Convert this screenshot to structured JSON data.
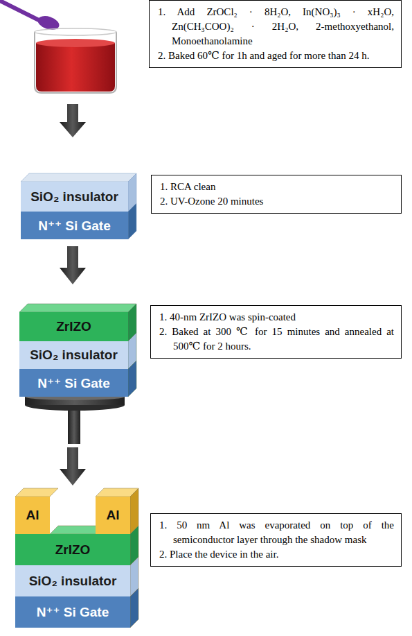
{
  "diagram": {
    "nodes": [
      {
        "text": [
          "1. Add ZrOCl₂ · 8H₂O, In(NO₃)₃ · xH₂O, Zn(CH₃COO)₂ · 2H₂O, 2-methoxyethanol, Monoethanolamine",
          "2. Baked 60℃ for 1h and aged for more than 24 h."
        ]
      },
      {
        "text": [
          "SiO₂ insulator"
        ]
      },
      {
        "text": [
          "N⁺⁺ Si Gate"
        ]
      },
      {
        "text": [
          "1. RCA clean",
          "2. UV-Ozone 20 minutes"
        ]
      },
      {
        "text": [
          "ZrIZO"
        ]
      },
      {
        "text": [
          "SiO₂ insulator"
        ]
      },
      {
        "text": [
          "N⁺⁺ Si Gate"
        ]
      },
      {
        "text": [
          "1. 40-nm ZrIZO was spin-coated",
          "2. Baked at 300 ℃ for 15 minutes and annealed at 500℃ for 2 hours."
        ]
      },
      {
        "text": [
          "Al"
        ]
      },
      {
        "text": [
          "Al"
        ]
      },
      {
        "text": [
          "ZrIZO"
        ]
      },
      {
        "text": [
          "SiO₂ insulator"
        ]
      },
      {
        "text": [
          "N⁺⁺ Si Gate"
        ]
      },
      {
        "text": [
          "1. 50 nm Al was evaporated on top of the semiconductor layer through the shadow mask",
          "2. Place the device in the air."
        ]
      }
    ]
  }
}
